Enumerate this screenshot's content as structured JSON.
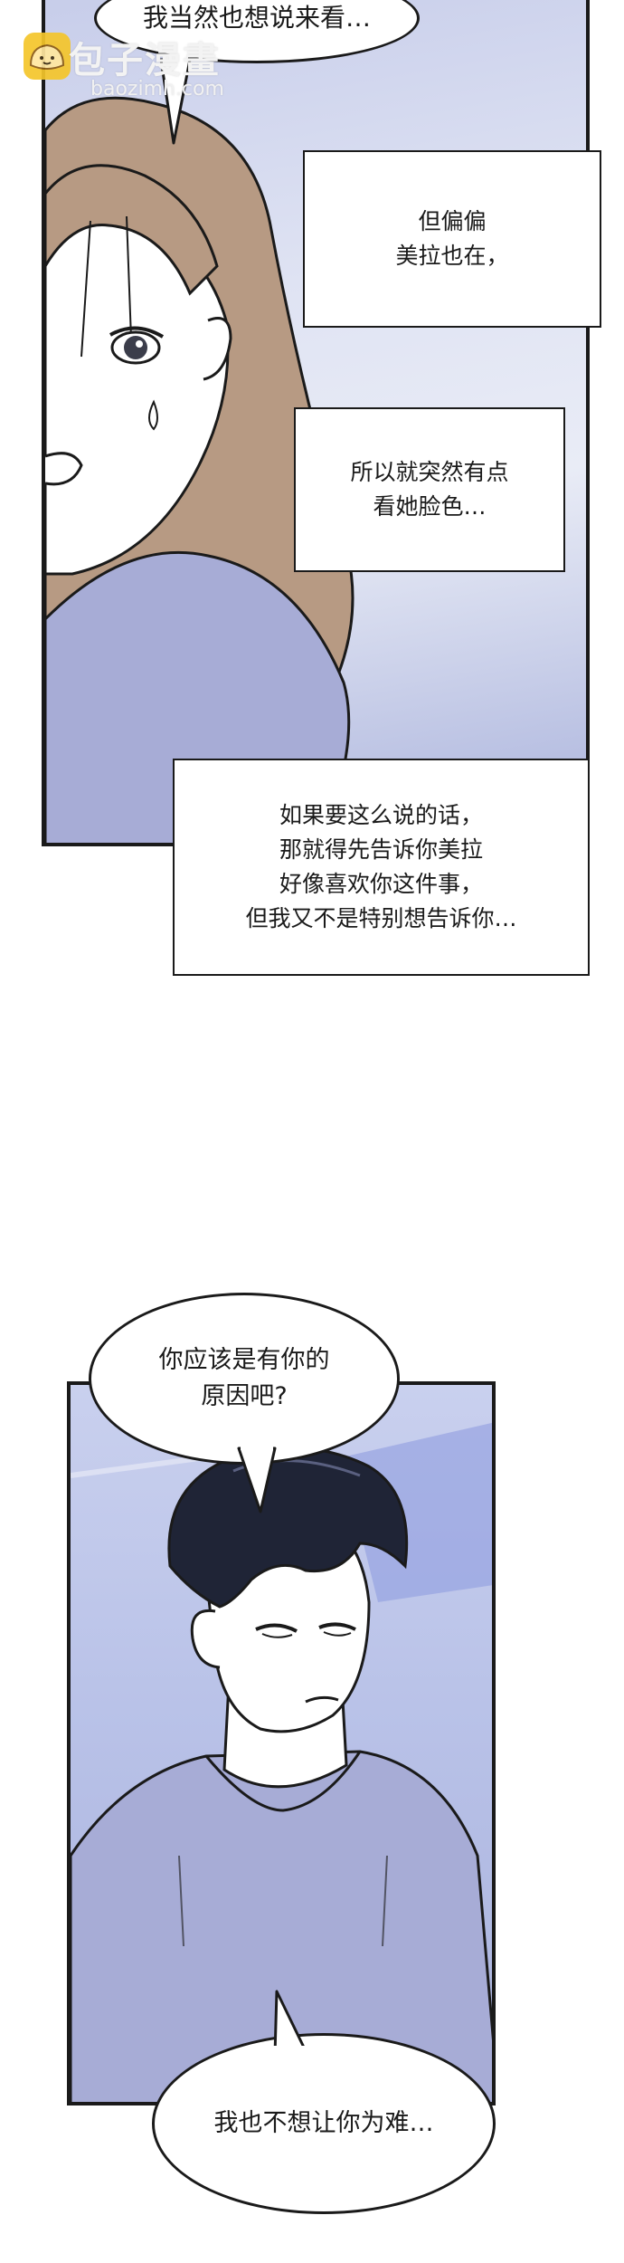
{
  "watermark": {
    "brand": "包子漫畫",
    "url": "baozimh.com",
    "icon": "bun-mascot-icon"
  },
  "panel1": {
    "bubble_top": "我当然也想说来看…",
    "caption_1": "但偏偏\n美拉也在，",
    "caption_2": "所以就突然有点\n看她脸色…",
    "caption_3": "如果要这么说的话，\n那就得先告诉你美拉\n好像喜欢你这件事，\n但我又不是特别想告诉你…"
  },
  "panel2": {
    "bubble_question": "你应该是有你的\n原因吧?",
    "bubble_answer": "我也不想让你为难…"
  },
  "colors": {
    "ink": "#1a1a1a",
    "panel_bg": "#c9d0ee",
    "hair_light": "#b79a83",
    "hair_dark": "#1f2436",
    "shirt": "#a7acd6",
    "skin": "#ffffff"
  }
}
